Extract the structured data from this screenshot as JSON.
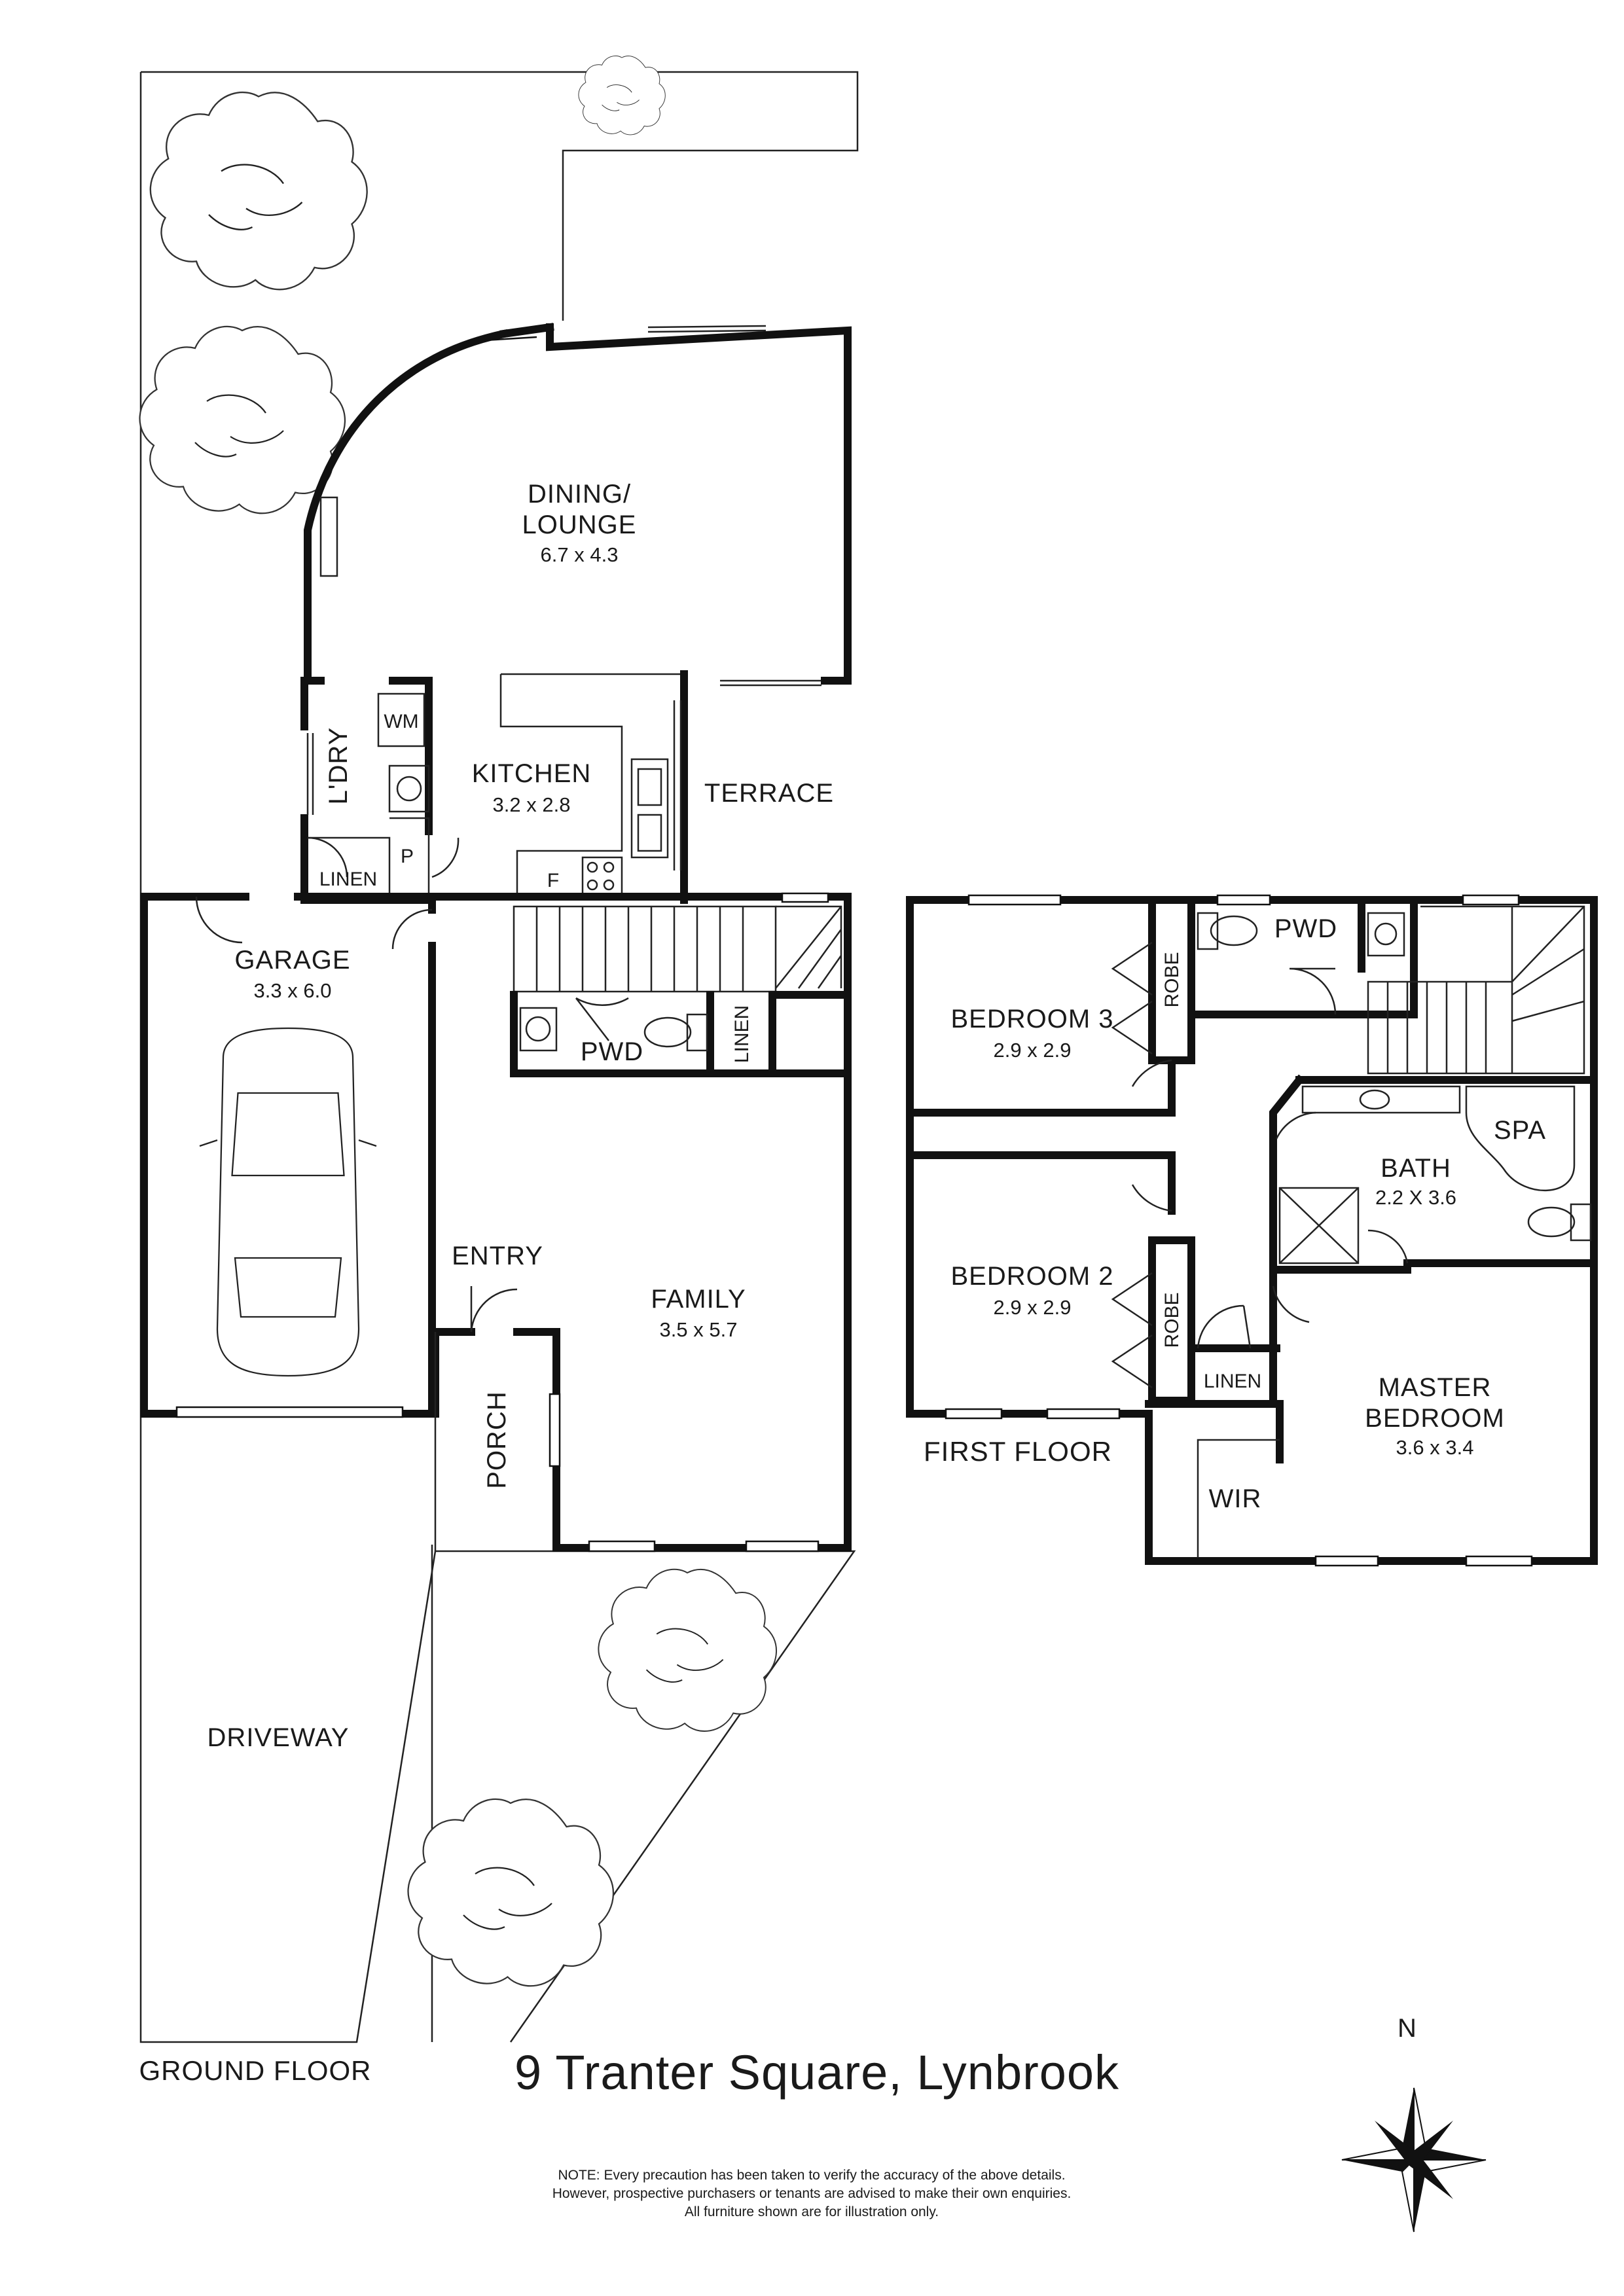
{
  "property": {
    "address": "9 Tranter Square, Lynbrook"
  },
  "floors": {
    "ground": "GROUND FLOOR",
    "first": "FIRST FLOOR"
  },
  "rooms": {
    "dining_lounge": {
      "name_line1": "DINING/",
      "name_line2": "LOUNGE",
      "dims": "6.7 x 4.3"
    },
    "kitchen": {
      "name": "KITCHEN",
      "dims": "3.2 x 2.8"
    },
    "laundry": {
      "name": "L'DRY"
    },
    "wm": {
      "name": "WM"
    },
    "terrace": {
      "name": "TERRACE"
    },
    "linen_ground": {
      "name": "LINEN"
    },
    "pantry": {
      "name": "P"
    },
    "fridge": {
      "name": "F"
    },
    "garage": {
      "name": "GARAGE",
      "dims": "3.3 x 6.0"
    },
    "pwd_ground": {
      "name": "PWD"
    },
    "linen_stair": {
      "name": "LINEN"
    },
    "entry": {
      "name": "ENTRY"
    },
    "family": {
      "name": "FAMILY",
      "dims": "3.5 x 5.7"
    },
    "porch": {
      "name": "PORCH"
    },
    "driveway": {
      "name": "DRIVEWAY"
    },
    "bedroom3": {
      "name": "BEDROOM 3",
      "dims": "2.9 x 2.9"
    },
    "robe3": {
      "name": "ROBE"
    },
    "pwd_first": {
      "name": "PWD"
    },
    "spa": {
      "name": "SPA"
    },
    "bath": {
      "name": "BATH",
      "dims": "2.2 X 3.6"
    },
    "bedroom2": {
      "name": "BEDROOM 2",
      "dims": "2.9 x 2.9"
    },
    "robe2": {
      "name": "ROBE"
    },
    "linen_first": {
      "name": "LINEN"
    },
    "master": {
      "name_line1": "MASTER",
      "name_line2": "BEDROOM",
      "dims": "3.6 x 3.4"
    },
    "wir": {
      "name": "WIR"
    }
  },
  "compass": {
    "label": "N"
  },
  "disclaimer": {
    "line1": "NOTE: Every precaution has been taken to verify the accuracy of the above details.",
    "line2": "However, prospective purchasers or tenants are advised to make their own enquiries.",
    "line3": "All furniture shown are for illustration only."
  }
}
